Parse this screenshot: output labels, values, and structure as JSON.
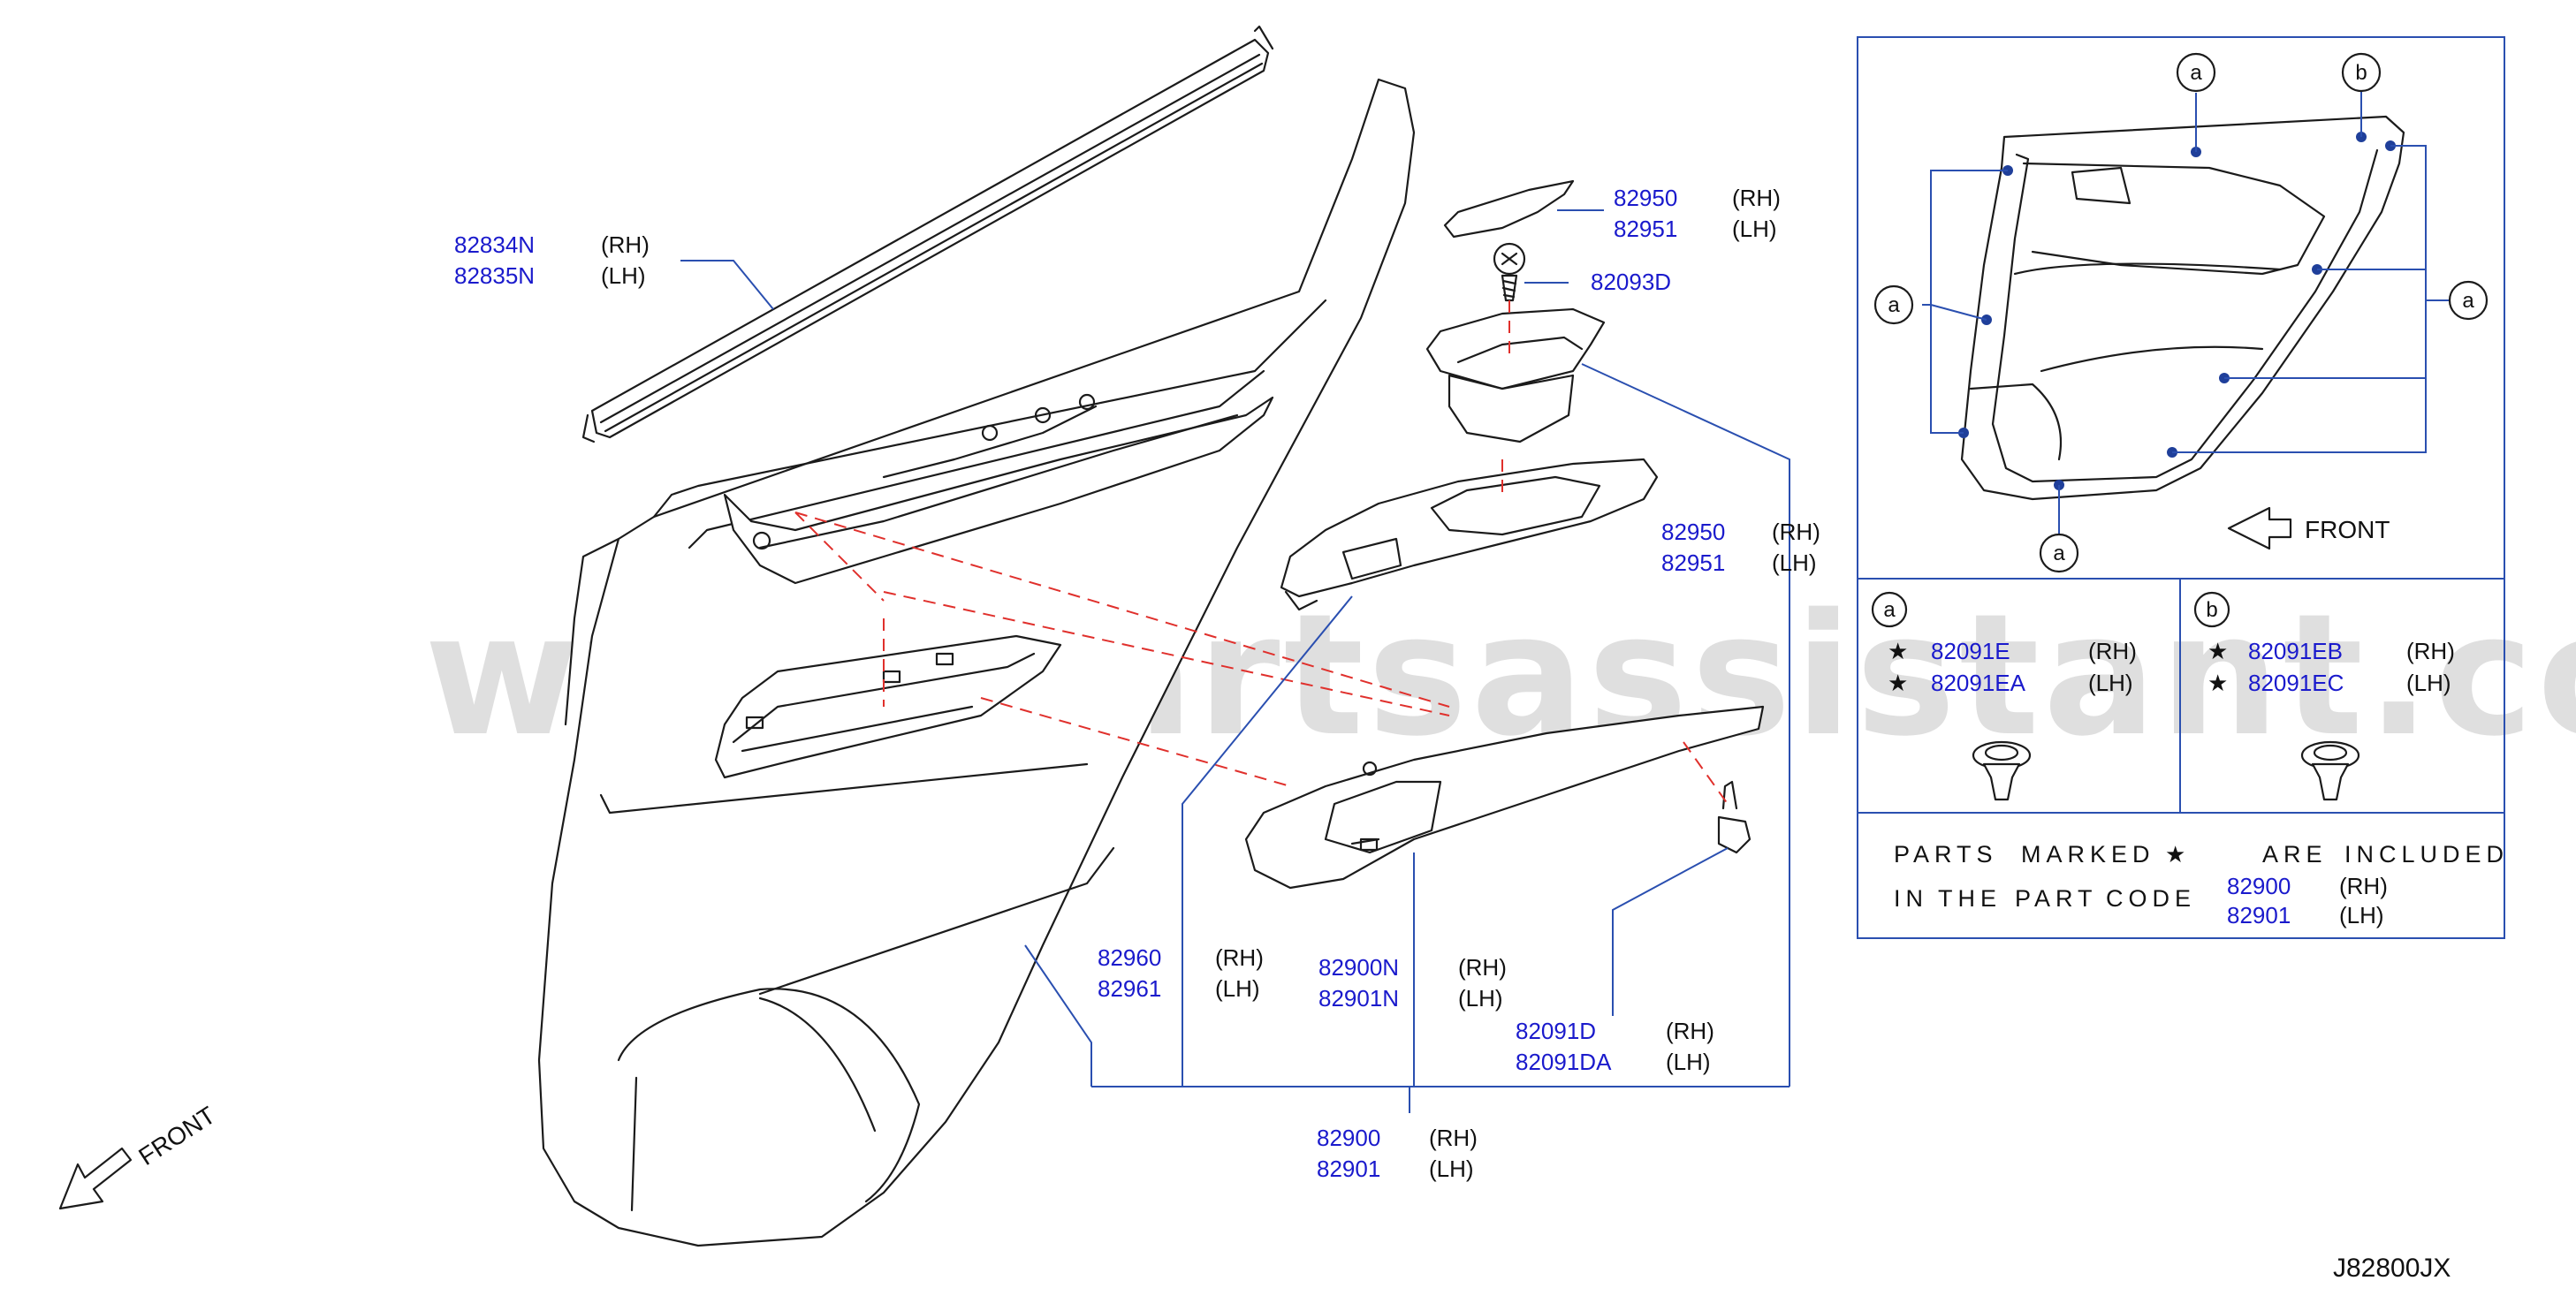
{
  "watermark": "www.partsassistant.com",
  "diagram_code": "J82800JX",
  "front_label": "FRONT",
  "parts": {
    "p82834": {
      "numbers": [
        "82834N",
        "82835N"
      ],
      "sides": [
        "(RH)",
        "(LH)"
      ]
    },
    "p82950_top": {
      "numbers": [
        "82950",
        "82951"
      ],
      "sides": [
        "(RH)",
        "(LH)"
      ]
    },
    "p82093": {
      "number": "82093D"
    },
    "p82950_mid": {
      "numbers": [
        "82950",
        "82951"
      ],
      "sides": [
        "(RH)",
        "(LH)"
      ]
    },
    "p82960": {
      "numbers": [
        "82960",
        "82961"
      ],
      "sides": [
        "(RH)",
        "(LH)"
      ]
    },
    "p82900N": {
      "numbers": [
        "82900N",
        "82901N"
      ],
      "sides": [
        "(RH)",
        "(LH)"
      ]
    },
    "p82091D": {
      "numbers": [
        "82091D",
        "82091DA"
      ],
      "sides": [
        "(RH)",
        "(LH)"
      ]
    },
    "p82900": {
      "numbers": [
        "82900",
        "82901"
      ],
      "sides": [
        "(RH)",
        "(LH)"
      ]
    }
  },
  "inset": {
    "callout_a": "a",
    "callout_b": "b",
    "front_label": "FRONT",
    "clip_a": {
      "label": "a",
      "numbers": [
        "82091E",
        "82091EA"
      ],
      "sides": [
        "(RH)",
        "(LH)"
      ]
    },
    "clip_b": {
      "label": "b",
      "numbers": [
        "82091EB",
        "82091EC"
      ],
      "sides": [
        "(RH)",
        "(LH)"
      ]
    },
    "note": {
      "line1": [
        "PARTS",
        "MARKED",
        "ARE",
        "INCLUDED"
      ],
      "line2": [
        "IN",
        "THE",
        "PART",
        "CODE"
      ],
      "numbers": [
        "82900",
        "82901"
      ],
      "sides": [
        "(RH)",
        "(LH)"
      ]
    }
  },
  "colors": {
    "part_number": "#1a1acc",
    "leader": "#2a4fb0",
    "hidden_line": "#e0302c",
    "clip_dot": "#1f3f9a"
  }
}
